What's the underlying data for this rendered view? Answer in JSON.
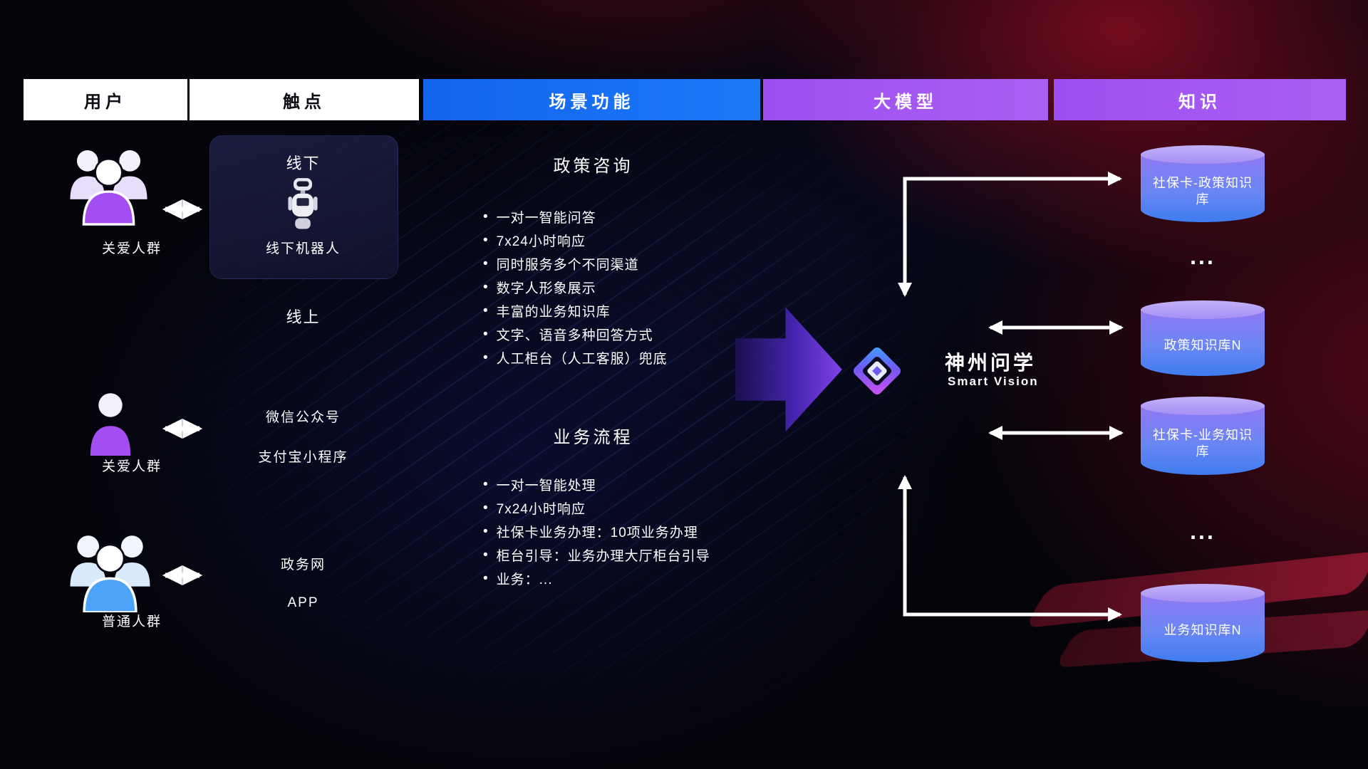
{
  "headers": [
    {
      "label": "用户"
    },
    {
      "label": "触点"
    },
    {
      "label": "场景功能"
    },
    {
      "label": "大模型"
    },
    {
      "label": "知识"
    }
  ],
  "users": [
    {
      "label": "关爱人群"
    },
    {
      "label": "关爱人群"
    },
    {
      "label": "普通人群"
    }
  ],
  "touchpoints": {
    "offline": {
      "title": "线下",
      "robot_label": "线下机器人"
    },
    "online": {
      "title": "线上",
      "channels": [
        "微信公众号",
        "支付宝小程序",
        "政务网",
        "APP"
      ]
    }
  },
  "scenes": [
    {
      "title": "政策咨询",
      "bullets": [
        "一对一智能问答",
        "7x24小时响应",
        "同时服务多个不同渠道",
        "数字人形象展示",
        "丰富的业务知识库",
        "文字、语音多种回答方式",
        "人工柜台（人工客服）兜底"
      ]
    },
    {
      "title": "业务流程",
      "bullets": [
        "一对一智能处理",
        "7x24小时响应",
        "社保卡业务办理：10项业务办理",
        "柜台引导：业务办理大厅柜台引导",
        "业务：..."
      ]
    }
  ],
  "model": {
    "name": "神州问学",
    "subtitle": "Smart Vision"
  },
  "knowledge": {
    "databases": [
      {
        "label": "社保卡-政策知识库"
      },
      {
        "label": "政策知识库N"
      },
      {
        "label": "社保卡-业务知识库"
      },
      {
        "label": "业务知识库N"
      }
    ],
    "ellipsis": "..."
  },
  "colors": {
    "header_scene_blue": "#1a6df2",
    "header_model_purple": "#a259f0",
    "header_knowledge_purple": "#a85cf2",
    "accent_purple": "#a44df0",
    "accent_blue": "#4da3f7",
    "db_top": "#b7a4f7",
    "db_bottom": "#3f7cf0",
    "arrow_white": "#ffffff",
    "bg_red_glow": "#c01230",
    "bg_blue_glow": "#1c30b9"
  }
}
